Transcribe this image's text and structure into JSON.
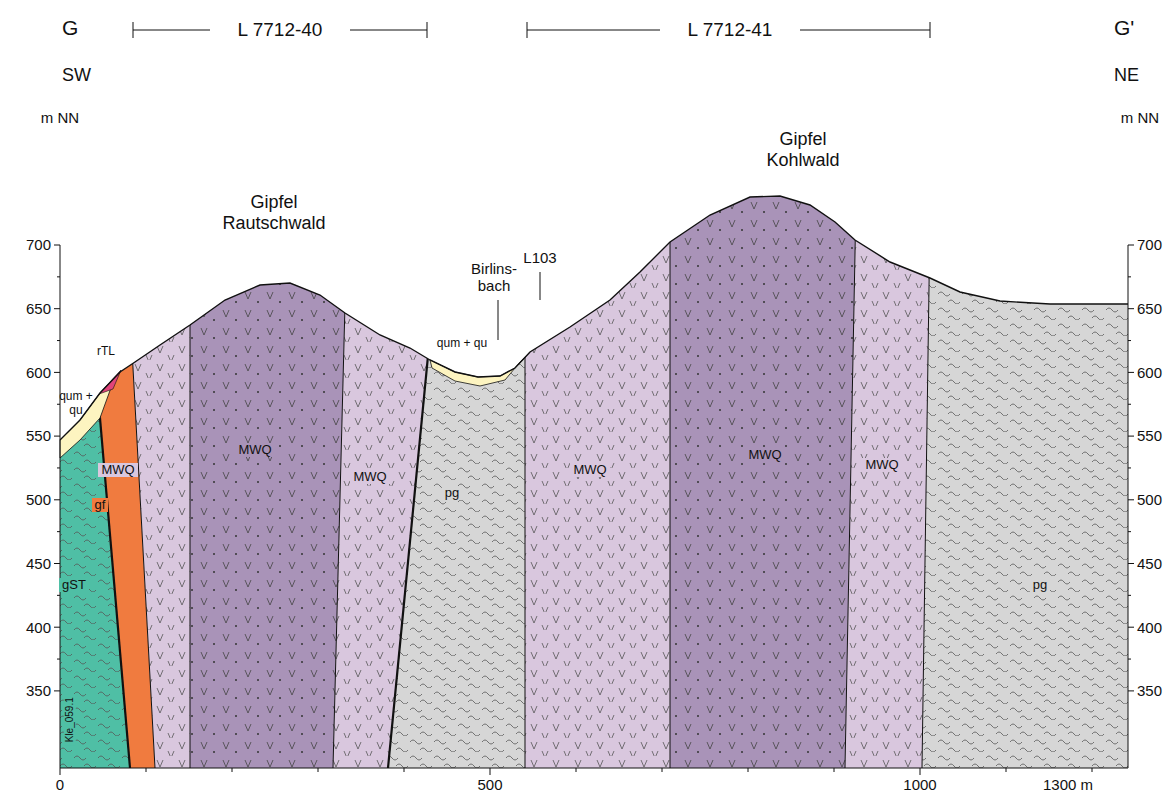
{
  "diagram": {
    "labels": [
      "G",
      "SW",
      "L 7712-40",
      "L 7712-41",
      "G'",
      "NE",
      "m NN",
      "m NN",
      "700",
      "650",
      "600",
      "550",
      "500",
      "450",
      "400",
      "350",
      "700",
      "650",
      "600",
      "550",
      "500",
      "450",
      "400",
      "350",
      "Gipfel Rautschwald",
      "Gipfel Kohlwald",
      "L103",
      "Birlins- bach",
      "qum + qu",
      "qum + qu",
      "rTL",
      "MWQ",
      "MWQ",
      "MWQ",
      "MWQ",
      "MWQ",
      "MWQ",
      "gf",
      "gST",
      "pg",
      "pg",
      "Kle_059.1",
      "0",
      "500",
      "1000",
      "1300 m"
    ]
  }
}
